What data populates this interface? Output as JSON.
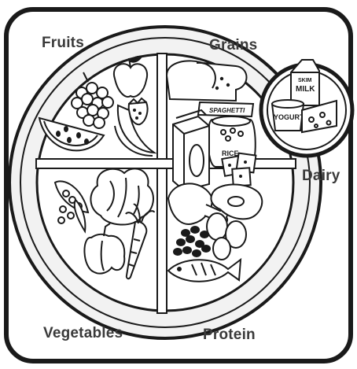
{
  "labels": {
    "fruits": "Fruits",
    "grains": "Grains",
    "dairy": "Dairy",
    "vegetables": "Vegetables",
    "protein": "Protein"
  },
  "food_text": {
    "spaghetti": "SPAGHETTI",
    "rice": "RICE",
    "milk_top": "SKIM",
    "milk": "MILK",
    "yogurt": "YOGURT"
  },
  "colors": {
    "ink": "#1a1a1a",
    "plate": "#ffffff",
    "rim": "#eeeeee",
    "background": "#ffffff"
  }
}
